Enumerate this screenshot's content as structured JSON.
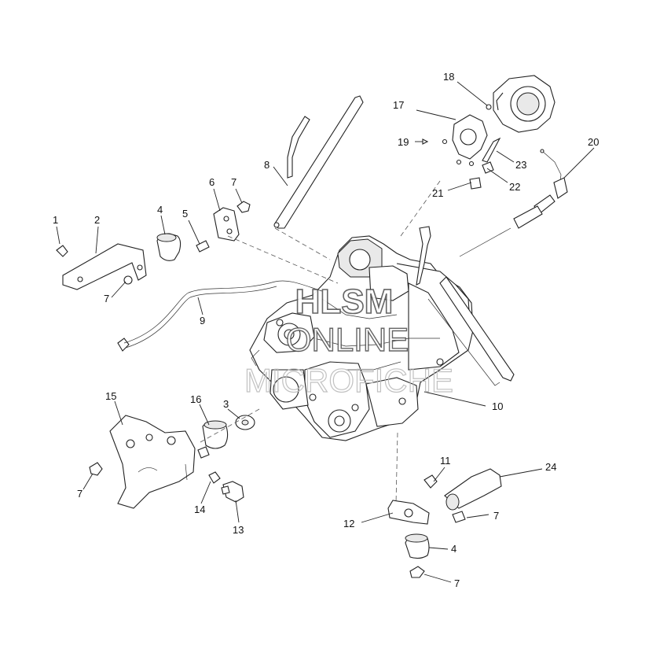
{
  "callouts": [
    {
      "key": "c1",
      "text": "1"
    },
    {
      "key": "c2",
      "text": "2"
    },
    {
      "key": "c3",
      "text": "3"
    },
    {
      "key": "c4a",
      "text": "4"
    },
    {
      "key": "c4b",
      "text": "4"
    },
    {
      "key": "c5",
      "text": "5"
    },
    {
      "key": "c6",
      "text": "6"
    },
    {
      "key": "c7a",
      "text": "7"
    },
    {
      "key": "c7b",
      "text": "7"
    },
    {
      "key": "c7c",
      "text": "7"
    },
    {
      "key": "c7d",
      "text": "7"
    },
    {
      "key": "c7e",
      "text": "7"
    },
    {
      "key": "c8",
      "text": "8"
    },
    {
      "key": "c9",
      "text": "9"
    },
    {
      "key": "c10",
      "text": "10"
    },
    {
      "key": "c11",
      "text": "11"
    },
    {
      "key": "c12",
      "text": "12"
    },
    {
      "key": "c13",
      "text": "13"
    },
    {
      "key": "c14",
      "text": "14"
    },
    {
      "key": "c15",
      "text": "15"
    },
    {
      "key": "c16",
      "text": "16"
    },
    {
      "key": "c17",
      "text": "17"
    },
    {
      "key": "c18",
      "text": "18"
    },
    {
      "key": "c19",
      "text": "19"
    },
    {
      "key": "c20",
      "text": "20"
    },
    {
      "key": "c21",
      "text": "21"
    },
    {
      "key": "c22",
      "text": "22"
    },
    {
      "key": "c23",
      "text": "23"
    },
    {
      "key": "c24",
      "text": "24"
    }
  ],
  "watermark": {
    "line1": "HLSM",
    "line2": "ONLINE",
    "line3": "MICROFICHE"
  }
}
